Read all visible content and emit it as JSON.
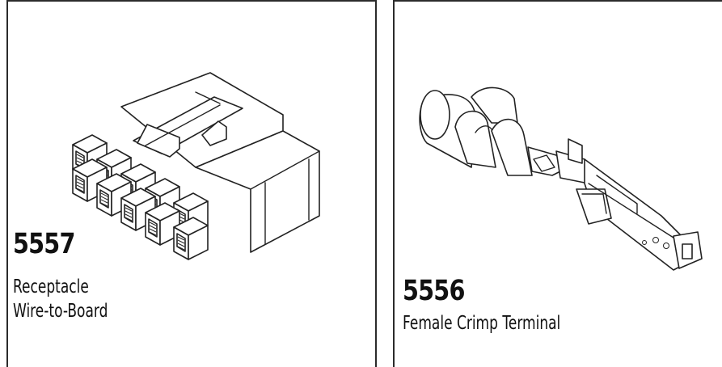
{
  "panels": [
    {
      "part_number": "5557",
      "description_lines": [
        "Receptacle",
        "Wire-to-Board"
      ]
    },
    {
      "part_number": "5556",
      "description_lines": [
        "Female Crimp Terminal"
      ]
    }
  ]
}
